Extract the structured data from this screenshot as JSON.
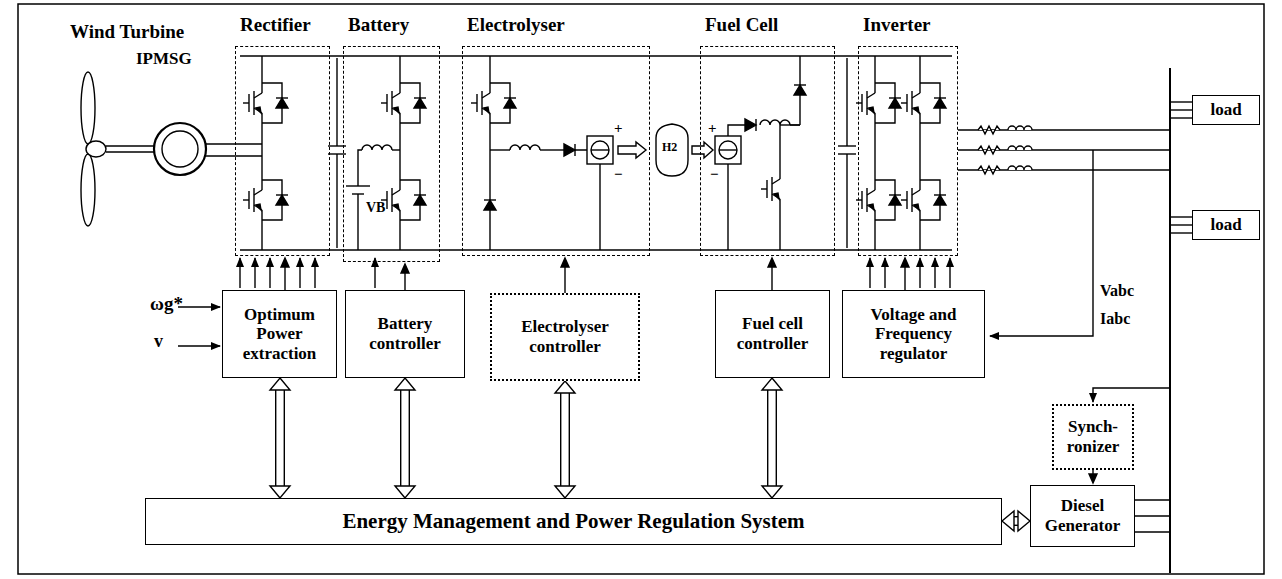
{
  "diagram": {
    "nodes": [
      {
        "text": [
          "Rectifier"
        ]
      },
      {
        "text": [
          "Battery"
        ]
      },
      {
        "text": [
          "Electrolyser"
        ]
      },
      {
        "text": [
          "Fuel Cell"
        ]
      },
      {
        "text": [
          "Inverter"
        ]
      },
      {
        "text": [
          "load"
        ]
      },
      {
        "text": [
          "load"
        ]
      },
      {
        "text": [
          "Optimum Power extraction"
        ]
      },
      {
        "text": [
          "Battery controller"
        ]
      },
      {
        "text": [
          "Electrolyser controller"
        ]
      },
      {
        "text": [
          "Fuel cell controller"
        ]
      },
      {
        "text": [
          "Voltage and Frequency regulator"
        ]
      },
      {
        "text": [
          "Synch-ronizer"
        ]
      },
      {
        "text": [
          "Energy Management and Power Regulation System"
        ]
      },
      {
        "text": [
          "Diesel Generator"
        ]
      }
    ],
    "edges": [
      {
        "from": 7,
        "to": 0,
        "arrow": "to"
      },
      {
        "from": 8,
        "to": 1,
        "arrow": "to"
      },
      {
        "from": 9,
        "to": 2,
        "arrow": "to"
      },
      {
        "from": 10,
        "to": 3,
        "arrow": "to"
      },
      {
        "from": 11,
        "to": 4,
        "arrow": "to"
      },
      {
        "from": 13,
        "to": 7,
        "arrow": "both"
      },
      {
        "from": 13,
        "to": 8,
        "arrow": "both"
      },
      {
        "from": 13,
        "to": 9,
        "arrow": "both"
      },
      {
        "from": 13,
        "to": 10,
        "arrow": "both"
      },
      {
        "from": 13,
        "to": 14,
        "arrow": "both"
      },
      {
        "from": 12,
        "to": 14,
        "arrow": "to"
      }
    ],
    "labels": [
      "Wind Turbine",
      "IPMSG",
      "VB",
      "+",
      "−",
      "H2",
      "+",
      "−",
      "ωg*",
      "v",
      "Vabc",
      "Iabc"
    ]
  }
}
